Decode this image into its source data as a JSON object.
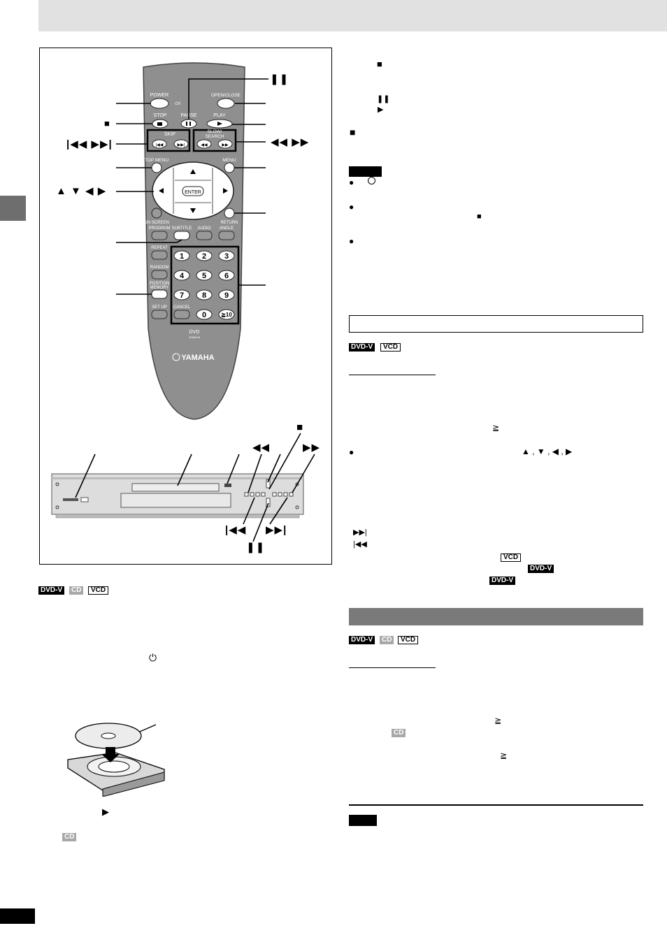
{
  "remote": {
    "buttons": {
      "power": "POWER",
      "power_sub": "⏻/I",
      "open_close": "OPEN/CLOSE",
      "stop": "STOP",
      "pause": "PAUSE",
      "play": "PLAY",
      "skip": "SKIP",
      "slow_search": "SLOW/",
      "slow_search2": "SEARCH",
      "top_menu": "TOP MENU",
      "menu": "MENU",
      "enter": "ENTER",
      "on_screen": "ON SCREEN",
      "return": "RETURN",
      "program": "PROGRAM",
      "subtitle": "SUBTITLE",
      "audio": "AUDIO",
      "angle": "ANGLE",
      "repeat": "REPEAT",
      "random": "RANDOM",
      "position": "POSITION",
      "memory": "MEMORY",
      "set_up": "SET UP",
      "cancel": "CANCEL",
      "num1": "1",
      "num2": "2",
      "num3": "3",
      "num4": "4",
      "num5": "5",
      "num6": "6",
      "num7": "7",
      "num8": "8",
      "num9": "9",
      "num0": "0",
      "num10": "≧10"
    },
    "model": "DVD",
    "model_sub": "YAMAHA",
    "brand": "YAMAHA"
  },
  "callouts": {
    "pause": "❚❚",
    "stop": "■",
    "skip": "|◀◀  ▶▶|",
    "search": "◀◀  ▶▶",
    "arrows": "▲ ▼ ◀ ▶"
  },
  "front_panel": {
    "stop": "■",
    "rew": "◀◀",
    "ff": "▶▶",
    "prev": "|◀◀",
    "next": "▶▶|",
    "pause": "❚❚"
  },
  "tags": {
    "dvdv": "DVD-V",
    "cd": "CD",
    "vcd": "VCD"
  },
  "symbols": {
    "stop": "■",
    "pause": "❚❚",
    "play": "▶",
    "prohibited": "⃠",
    "ge": "≧",
    "arrows": "▲ , ▼ , ◀ , ▶",
    "next": "▶▶|",
    "prev": "|◀◀",
    "power": "⏻",
    "bullet": "●"
  }
}
